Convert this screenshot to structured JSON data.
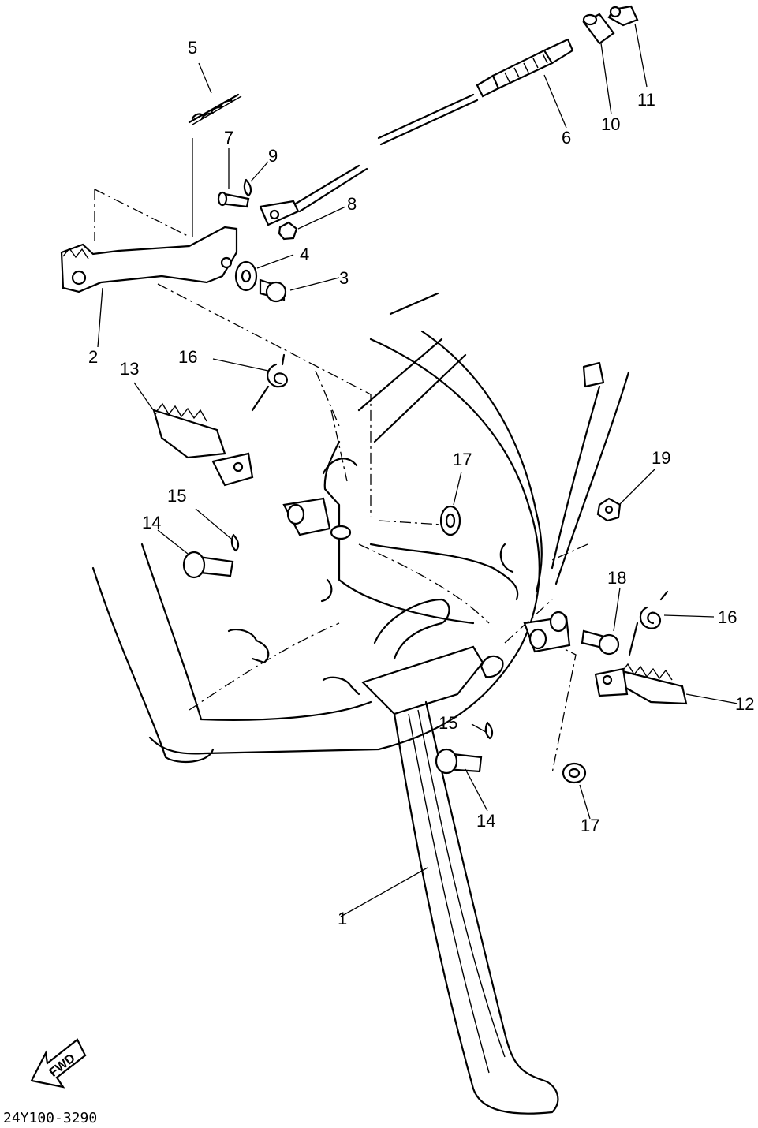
{
  "drawing_code": "24Y100-3290",
  "fwd_label": "FWD",
  "callouts": [
    "1",
    "2",
    "3",
    "4",
    "5",
    "6",
    "7",
    "8",
    "9",
    "10",
    "11",
    "12",
    "13",
    "14",
    "15",
    "16",
    "17",
    "18",
    "19"
  ],
  "callouts_repeat": [
    "14",
    "15",
    "16",
    "17"
  ]
}
